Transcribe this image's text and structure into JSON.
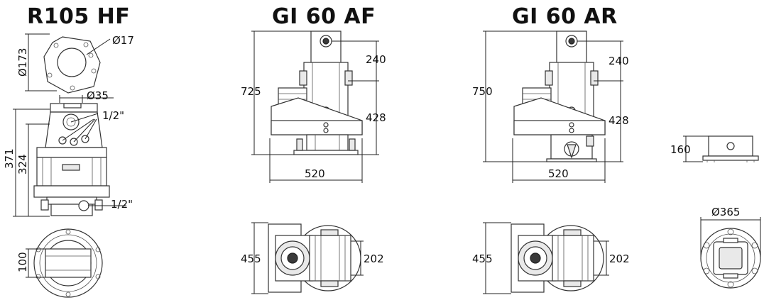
{
  "titles": {
    "r105": "R105 HF",
    "gi60af": "GI 60 AF",
    "gi60ar": "GI 60 AR"
  },
  "dims": {
    "r105_flange_dia": "Ø173",
    "r105_hole_dia": "Ø17",
    "r105_shaft_dia": "Ø35",
    "r105_port_top": "1/2\"",
    "r105_port_bottom": "1/2\"",
    "r105_total_h": "371",
    "r105_body_h": "324",
    "r105_base_w": "100",
    "af_total_h": "725",
    "af_upper": "240",
    "af_lower": "428",
    "af_width": "520",
    "af_plan_h": "455",
    "af_plan_w": "202",
    "ar_total_h": "750",
    "ar_upper": "240",
    "ar_lower": "428",
    "ar_width": "520",
    "ar_plan_h": "455",
    "ar_plan_w": "202",
    "box_h": "160",
    "disc_dia": "Ø365"
  }
}
